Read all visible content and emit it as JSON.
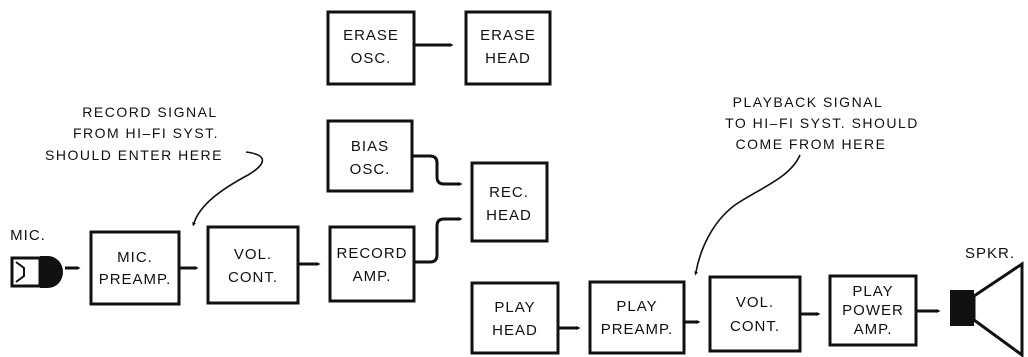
{
  "blocks": {
    "erase_osc": [
      "ERASE",
      "OSC."
    ],
    "erase_head": [
      "ERASE",
      "HEAD"
    ],
    "bias_osc": [
      "BIAS",
      "OSC."
    ],
    "rec_head": [
      "REC.",
      "HEAD"
    ],
    "mic_preamp": [
      "MIC.",
      "PREAMP."
    ],
    "vol_cont_record": [
      "VOL.",
      "CONT."
    ],
    "record_amp": [
      "RECORD",
      "AMP."
    ],
    "play_head": [
      "PLAY",
      "HEAD"
    ],
    "play_preamp": [
      "PLAY",
      "PREAMP."
    ],
    "vol_cont_play": [
      "VOL.",
      "CONT."
    ],
    "play_power_amp": [
      "PLAY",
      "POWER",
      "AMP."
    ]
  },
  "labels": {
    "mic": "MIC.",
    "spkr": "SPKR."
  },
  "notes": {
    "record": [
      "RECORD  SIGNAL",
      "FROM  HI–FI  SYST.",
      "SHOULD  ENTER  HERE"
    ],
    "playback": [
      "PLAYBACK  SIGNAL",
      "TO  HI–FI  SYST.  SHOULD",
      "COME  FROM  HERE"
    ]
  },
  "colors": {
    "ink": "#111111",
    "paper": "#ffffff"
  },
  "icons": {
    "microphone": "microphone-icon",
    "speaker": "speaker-icon"
  }
}
